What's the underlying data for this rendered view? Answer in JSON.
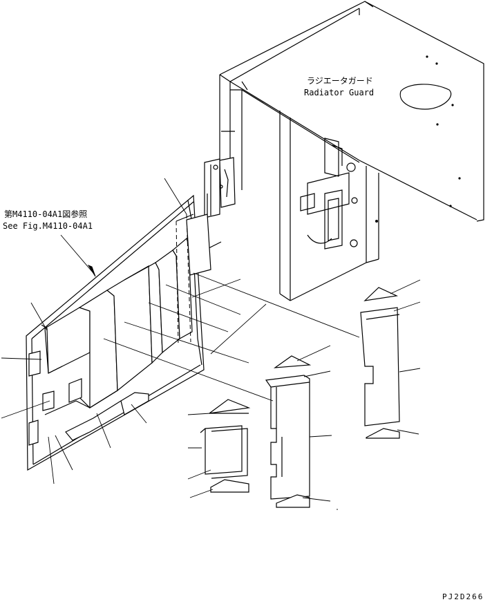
{
  "labels": {
    "radiator_guard_jp": "ラジエータガード",
    "radiator_guard_en": "Radiator Guard",
    "ref_jp": "第M4110-04A1図参照",
    "ref_en": "See Fig.M4110-04A1",
    "drawing_code": "PJ2D266"
  }
}
